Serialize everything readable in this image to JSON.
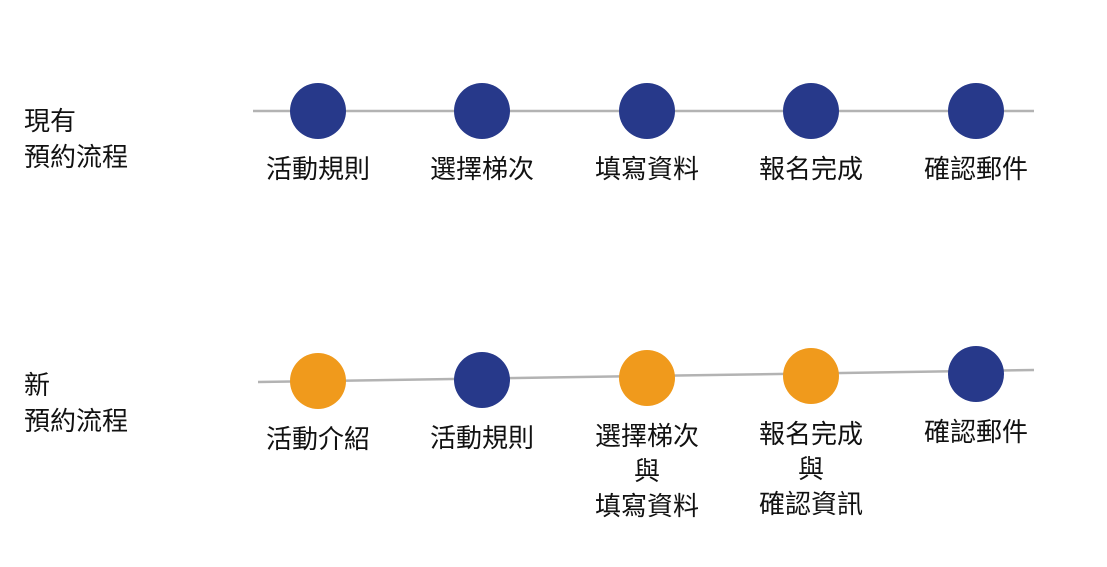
{
  "colors": {
    "line": "#b3b3b3",
    "current": "#27398a",
    "new": "#f09a1c"
  },
  "flows": [
    {
      "id": "current",
      "label": "現有\n預約流程",
      "steps": [
        {
          "label": "活動規則",
          "status": "current"
        },
        {
          "label": "選擇梯次",
          "status": "current"
        },
        {
          "label": "填寫資料",
          "status": "current"
        },
        {
          "label": "報名完成",
          "status": "current"
        },
        {
          "label": "確認郵件",
          "status": "current"
        }
      ]
    },
    {
      "id": "new",
      "label": "新\n預約流程",
      "steps": [
        {
          "label": "活動介紹",
          "status": "new"
        },
        {
          "label": "活動規則",
          "status": "current"
        },
        {
          "label": "選擇梯次\n與\n填寫資料",
          "status": "new"
        },
        {
          "label": "報名完成\n與\n確認資訊",
          "status": "new"
        },
        {
          "label": "確認郵件",
          "status": "current"
        }
      ]
    }
  ]
}
